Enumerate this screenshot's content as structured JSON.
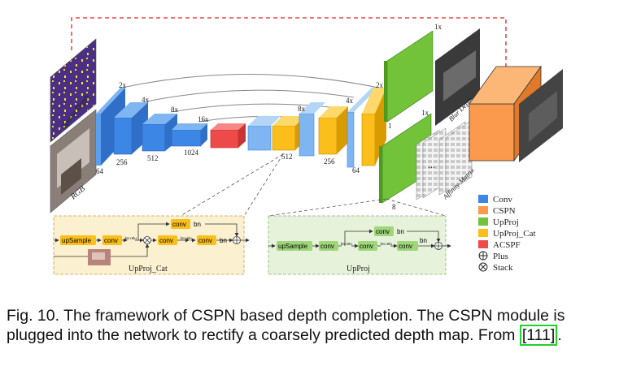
{
  "diagram": {
    "inputs": {
      "sparse_depth": "Sparse Depth",
      "rgb": "RGB"
    },
    "encoder_scales": [
      "2x",
      "4x",
      "8x",
      "16x"
    ],
    "decoder_scales": [
      "8x",
      "4x",
      "2x"
    ],
    "channels": {
      "c64": "64",
      "c256": "256",
      "c512": "512",
      "c1024": "1024",
      "dec512": "512",
      "dec256": "256",
      "dec64": "64",
      "out1": "1",
      "out8": "8"
    },
    "outputs": {
      "blur_depth": "Blur Depth",
      "affinity_matrix": "Affinity Matrix",
      "scale_1x_top": "1x",
      "scale_1x_mid": "1x",
      "dots": "..."
    },
    "legend": [
      {
        "label": "Conv",
        "color": "#3c86e6"
      },
      {
        "label": "CSPN",
        "color": "#fb9a4d"
      },
      {
        "label": "UpProj",
        "color": "#72c23a"
      },
      {
        "label": "UpProj_Cat",
        "color": "#fbbe1a"
      },
      {
        "label": "ACSPF",
        "color": "#ef4a4a"
      },
      {
        "label": "Plus",
        "color": "#222222"
      },
      {
        "label": "Stack",
        "color": "#222222"
      }
    ],
    "upproj_cat": {
      "title": "UpProj_Cat",
      "upsample": "upSample",
      "conv": "conv",
      "bn": "bn",
      "bn_relu": "bn relu"
    },
    "upproj": {
      "title": "UpProj",
      "upsample": "upSample",
      "conv": "conv",
      "bn": "bn",
      "bn_relu": "bn relu"
    }
  },
  "caption": {
    "text": "Fig. 10. The framework of CSPN based depth completion. The CSPN module is plugged into the network to rectify a coarsely predicted depth map. From ",
    "citation": "[111]",
    "end": "."
  }
}
